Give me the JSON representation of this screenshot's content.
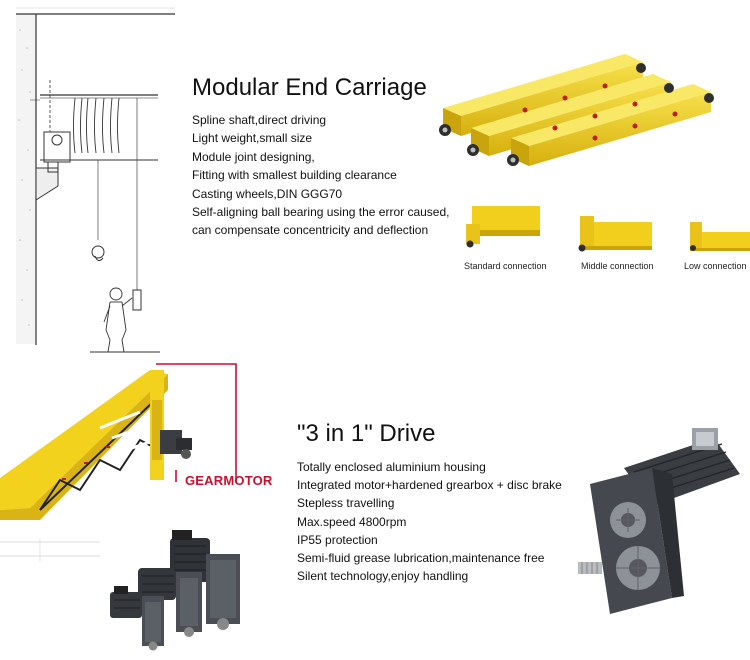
{
  "section1": {
    "title": "Modular End Carriage",
    "features": [
      "Spline shaft,direct driving",
      "Light weight,small size",
      "Module joint designing,",
      "Fitting with smallest building clearance",
      "Casting wheels,DIN GGG70",
      "Self-aligning ball bearing using the error caused,",
      "can compensate concentricity and deflection"
    ],
    "connections": [
      "Standard connection",
      "Middle connection",
      "Low connection"
    ]
  },
  "section2": {
    "title": "\"3 in 1\" Drive",
    "callout": "GEARMOTOR",
    "features": [
      "Totally enclosed aluminium housing",
      "Integrated motor+hardened grearbox + disc brake",
      "Stepless travelling",
      "Max.speed 4800rpm",
      "IP55 protection",
      "Semi-fluid grease lubrication,maintenance free",
      "Silent technology,enjoy handling"
    ]
  },
  "colors": {
    "crane_yellow": "#f2d21c",
    "callout_red": "#c8102e",
    "machine_dark": "#3a3d42"
  }
}
